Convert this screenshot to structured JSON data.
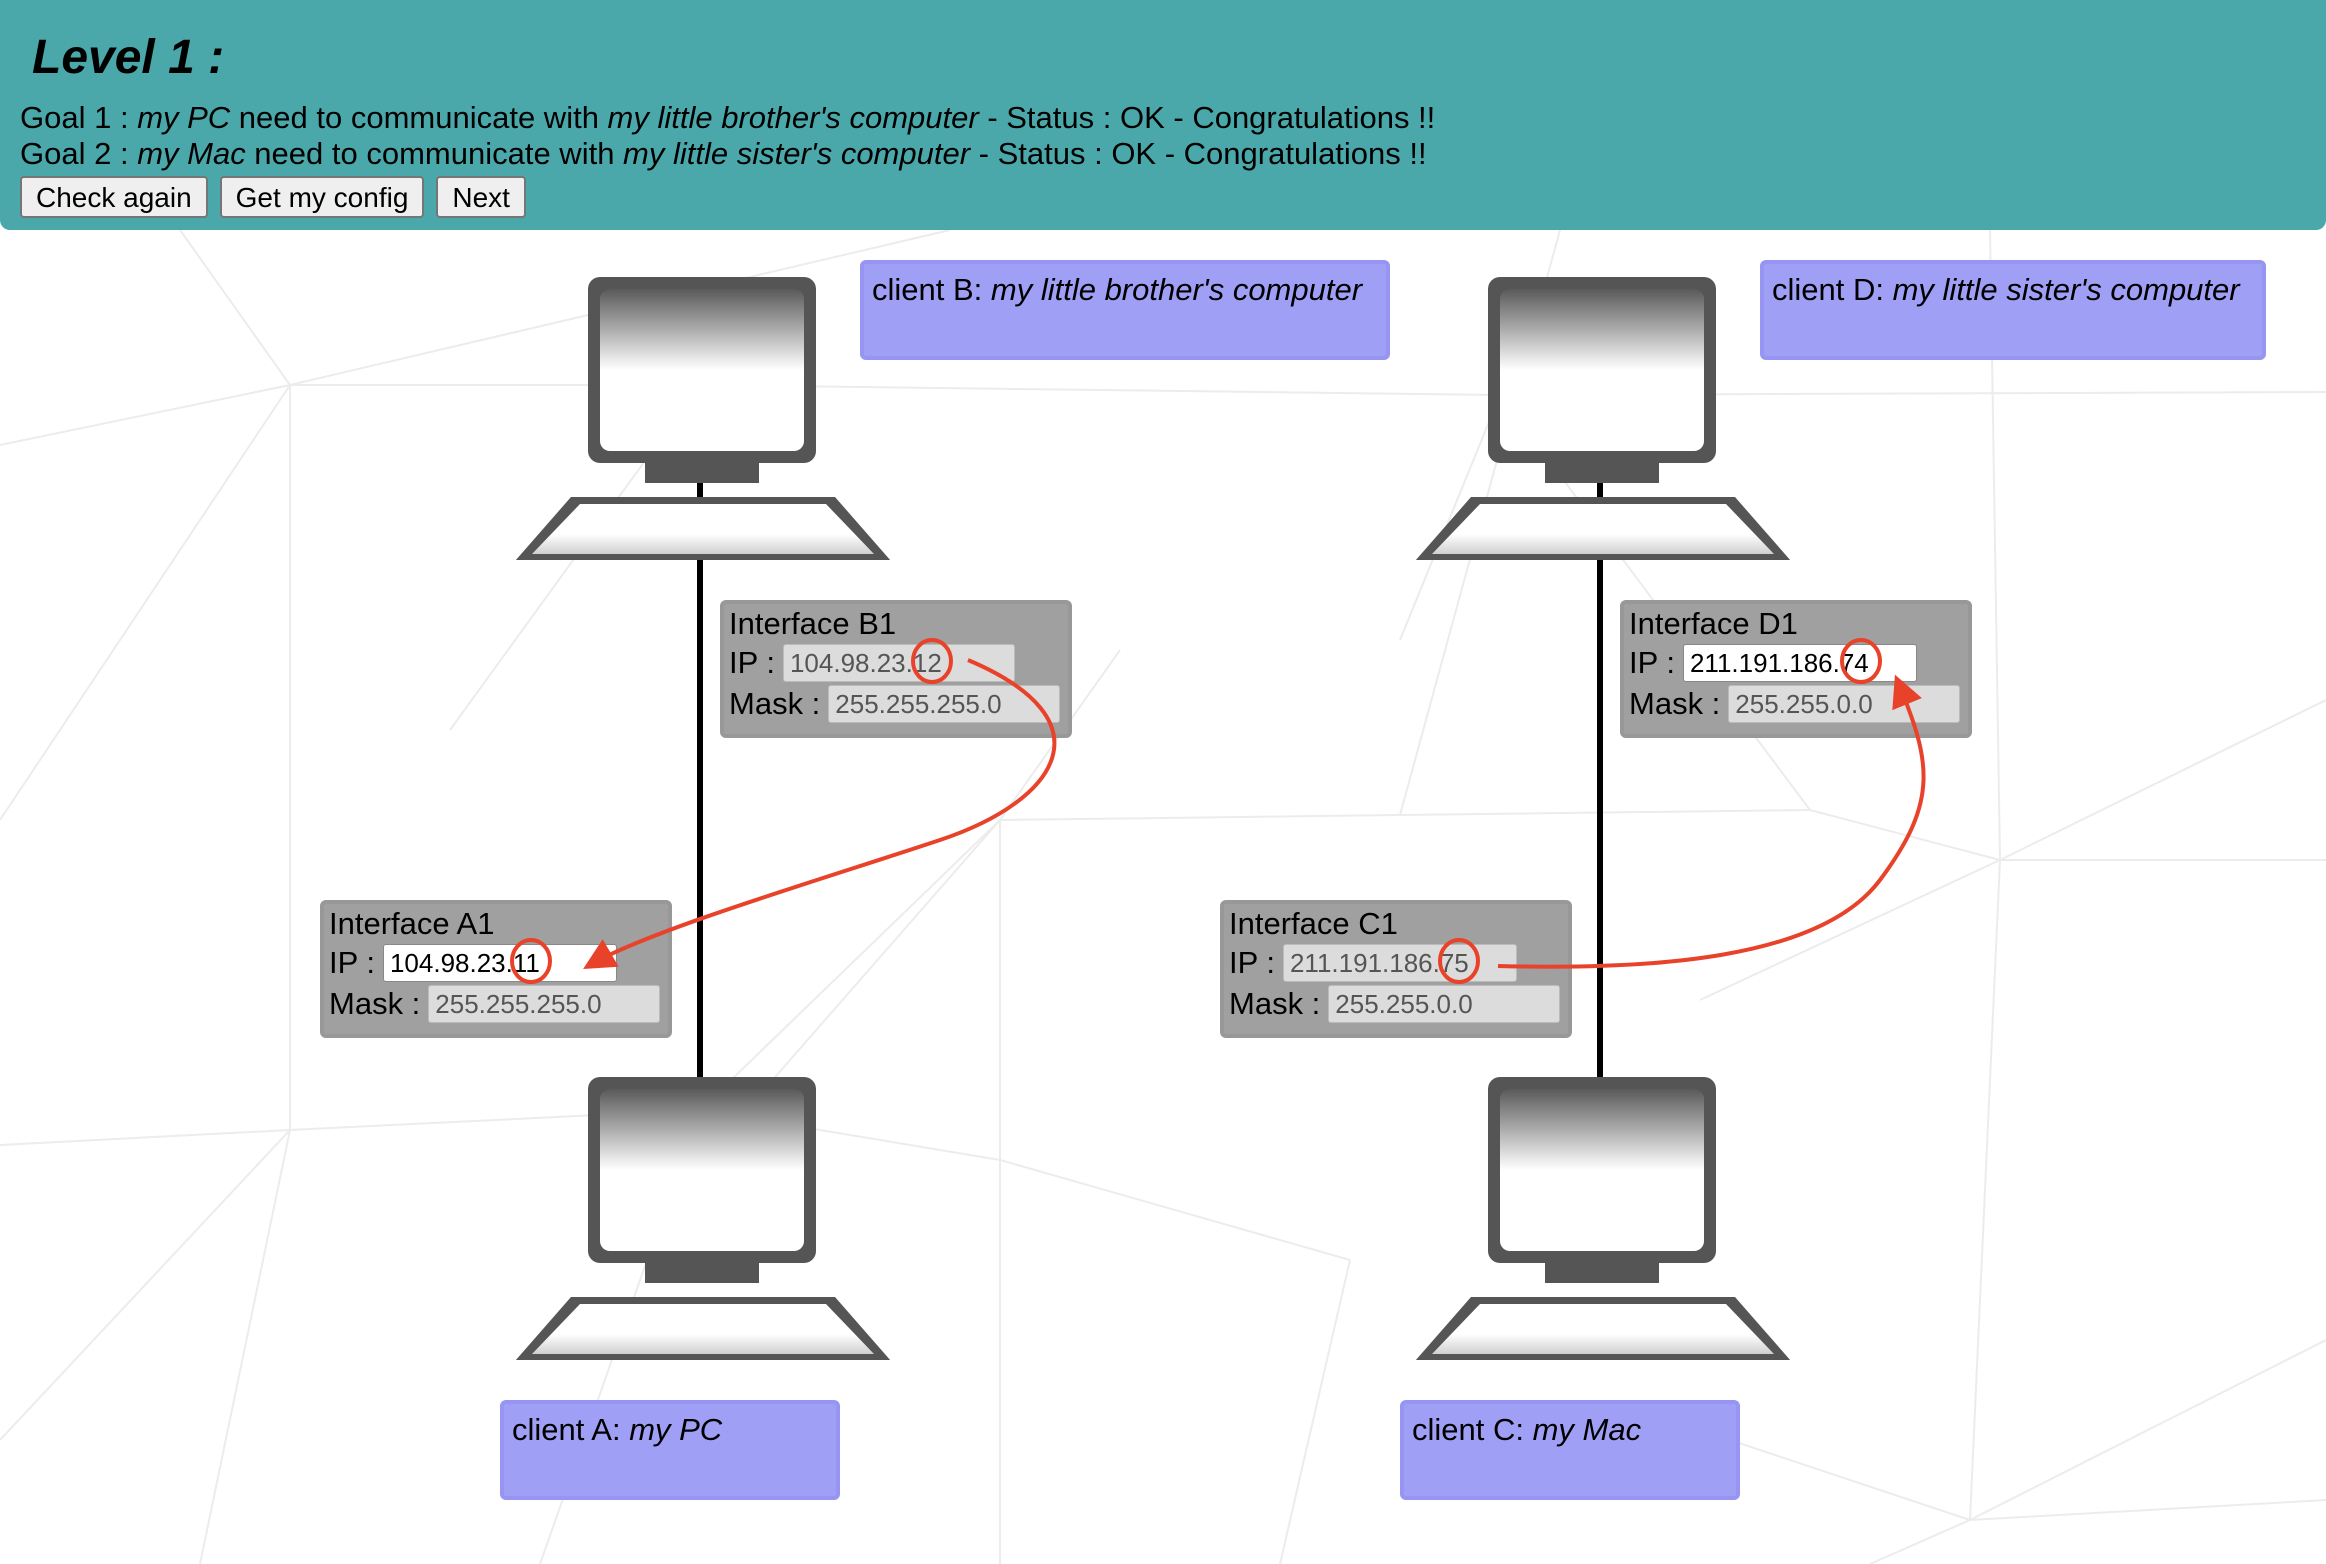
{
  "header": {
    "title": "Level 1 :",
    "goals": [
      {
        "prefix": "Goal 1 : ",
        "source": "my PC",
        "middle": " need to communicate with ",
        "target": "my little brother's computer",
        "status": " - Status : OK - Congratulations !!"
      },
      {
        "prefix": "Goal 2 : ",
        "source": "my Mac",
        "middle": " need to communicate with ",
        "target": "my little sister's computer",
        "status": " - Status : OK - Congratulations !!"
      }
    ],
    "buttons": {
      "check_again": "Check again",
      "get_config": "Get my config",
      "next": "Next"
    }
  },
  "clients": {
    "A": {
      "prefix": "client A: ",
      "name": "my PC"
    },
    "B": {
      "prefix": "client B: ",
      "name": "my little brother's computer"
    },
    "C": {
      "prefix": "client C: ",
      "name": "my Mac"
    },
    "D": {
      "prefix": "client D: ",
      "name": "my little sister's computer"
    }
  },
  "interfaces": {
    "A1": {
      "title": "Interface A1",
      "ip_label": "IP :",
      "ip": "104.98.23.11",
      "mask_label": "Mask :",
      "mask": "255.255.255.0",
      "ip_editable": true
    },
    "B1": {
      "title": "Interface B1",
      "ip_label": "IP :",
      "ip": "104.98.23.12",
      "mask_label": "Mask :",
      "mask": "255.255.255.0",
      "ip_editable": false
    },
    "C1": {
      "title": "Interface C1",
      "ip_label": "IP :",
      "ip": "211.191.186.75",
      "mask_label": "Mask :",
      "mask": "255.255.0.0",
      "ip_editable": false
    },
    "D1": {
      "title": "Interface D1",
      "ip_label": "IP :",
      "ip": "211.191.186.74",
      "mask_label": "Mask :",
      "mask": "255.255.0.0",
      "ip_editable": true
    }
  },
  "colors": {
    "header_bg": "#4BA8AA",
    "client_label_bg": "#9F9FF5",
    "interface_bg": "#A0A0A0",
    "annotation_red": "#E8432A",
    "wire": "#000000",
    "computer_frame": "#555555"
  },
  "annotations": [
    {
      "type": "circle-arrow",
      "from": "B1 last octet 12",
      "to": "A1 last octet 11"
    },
    {
      "type": "circle-arrow",
      "from": "C1 last octet 75",
      "to": "D1 last octet 74"
    }
  ]
}
